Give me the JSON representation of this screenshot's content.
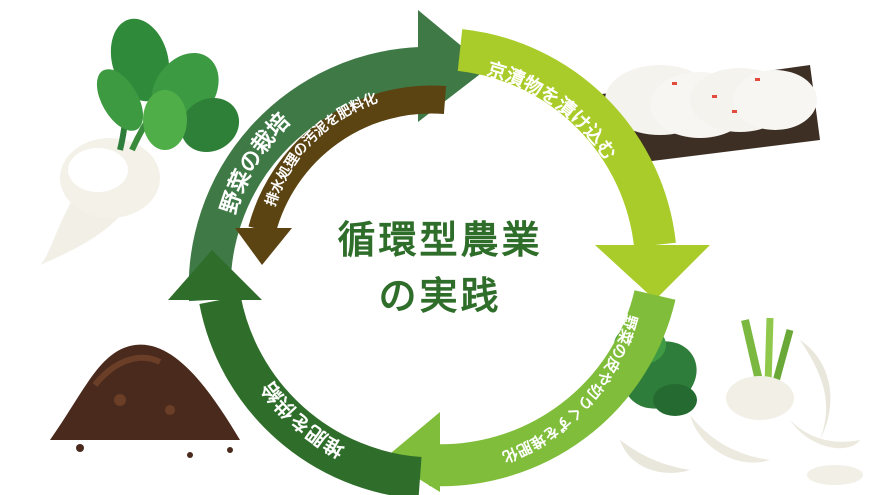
{
  "title": {
    "line1": "循環型農業",
    "line2": "の実践"
  },
  "cycle": {
    "cultivation": "野菜の栽培",
    "pickling": "京漬物を漬け込む",
    "compost_scraps": "野菜の皮や切りくずを堆肥化",
    "supply_compost": "堆肥を供給",
    "sludge_compost": "排水処理の汚泥を肥料化"
  },
  "colors": {
    "dark_green": "#3f7a46",
    "mid_green": "#8fc23a",
    "light_green": "#a9cc2a",
    "green_lower": "#7fbd3a",
    "brown_arrow": "#5b4312",
    "title_green": "#2f6e2a"
  },
  "icons": [
    "turnip-icon",
    "pickles-icon",
    "vegetable-scraps-icon",
    "compost-pile-icon"
  ]
}
